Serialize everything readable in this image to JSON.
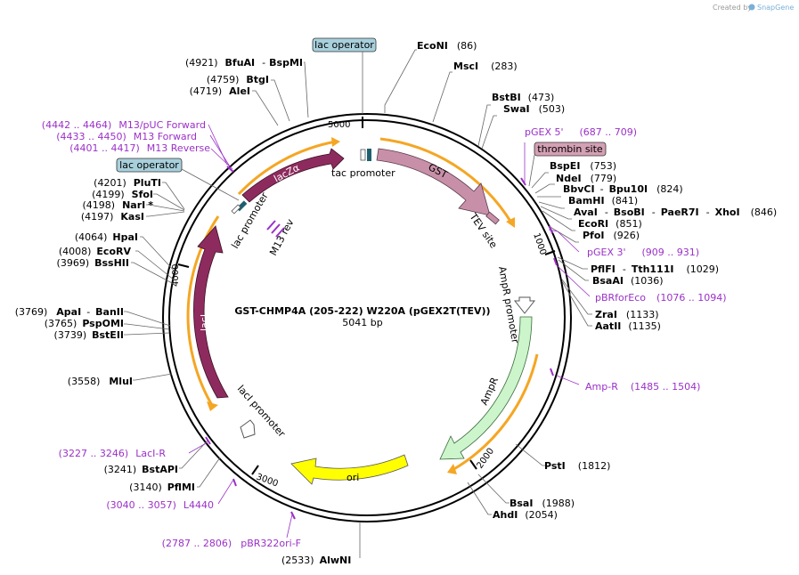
{
  "credit": {
    "text": "Created by",
    "brand": "SnapGene"
  },
  "plasmid": {
    "name": "GST-CHMP4A (205-222) W220A (pGEX2T(TEV))",
    "length": "5041 bp"
  },
  "ticks": [
    "1000",
    "2000",
    "3000",
    "4000",
    "5000"
  ],
  "features": {
    "lacZa": "lacZα",
    "tac_promoter": "tac promoter",
    "gst": "GST",
    "tev_site": "TEV site",
    "ampr_promoter": "AmpR promoter",
    "ampr": "AmpR",
    "ori": "ori",
    "laci": "lacI",
    "laci_promoter": "lacI promoter",
    "lac_promoter": "lac promoter",
    "m13_rev": "M13 rev"
  },
  "boxes": {
    "lac_operator_top": "lac operator",
    "lac_operator_left": "lac operator",
    "thrombin_site": "thrombin site"
  },
  "sites": {
    "econi": {
      "name": "EcoNI",
      "pos": "(86)"
    },
    "msci": {
      "name": "MscI",
      "pos": "(283)"
    },
    "bstbi": {
      "name": "BstBI",
      "pos": "(473)"
    },
    "swai": {
      "name": "SwaI",
      "pos": "(503)"
    },
    "bspei": {
      "name": "BspEI",
      "pos": "(753)"
    },
    "ndei": {
      "name": "NdeI",
      "pos": "(779)"
    },
    "bbvci": {
      "name": "BbvCI",
      "sep": "-",
      "name2": "Bpu10I",
      "pos": "(824)"
    },
    "bamhi": {
      "name": "BamHI",
      "pos": "(841)"
    },
    "avai": {
      "name": "AvaI",
      "sep": "-",
      "name2": "BsoBI",
      "sep2": "-",
      "name3": "PaeR7I",
      "sep3": "-",
      "name4": "XhoI",
      "pos": "(846)"
    },
    "ecori": {
      "name": "EcoRI",
      "pos": "(851)"
    },
    "pfoi": {
      "name": "PfoI",
      "pos": "(926)"
    },
    "pflfi": {
      "name": "PflFI",
      "sep": "-",
      "name2": "Tth111I",
      "pos": "(1029)"
    },
    "bsaai": {
      "name": "BsaAI",
      "pos": "(1036)"
    },
    "zrai": {
      "name": "ZraI",
      "pos": "(1133)"
    },
    "aatii": {
      "name": "AatII",
      "pos": "(1135)"
    },
    "psti": {
      "name": "PstI",
      "pos": "(1812)"
    },
    "bsai": {
      "name": "BsaI",
      "pos": "(1988)"
    },
    "ahdi": {
      "name": "AhdI",
      "pos": "(2054)"
    },
    "alwni": {
      "name": "AlwNI",
      "pos": "(2533)"
    },
    "pflmi": {
      "name": "PflMI",
      "pos": "(3140)"
    },
    "bstapi": {
      "name": "BstAPI",
      "pos": "(3241)"
    },
    "mlui": {
      "name": "MluI",
      "pos": "(3558)"
    },
    "bsteii": {
      "name": "BstEII",
      "pos": "(3739)"
    },
    "psp0mi": {
      "name": "PspOMI",
      "pos": "(3765)"
    },
    "apai": {
      "name": "ApaI",
      "sep": "-",
      "name2": "BanII",
      "pos": "(3769)"
    },
    "bsshii": {
      "name": "BssHII",
      "pos": "(3969)"
    },
    "ecorv": {
      "name": "EcoRV",
      "pos": "(4008)"
    },
    "hpai": {
      "name": "HpaI",
      "pos": "(4064)"
    },
    "kasi": {
      "name": "KasI",
      "pos": "(4197)"
    },
    "nari": {
      "name": "NarI",
      "star": "*",
      "pos": "(4198)"
    },
    "sfoi": {
      "name": "SfoI",
      "pos": "(4199)"
    },
    "pluti": {
      "name": "PluTI",
      "pos": "(4201)"
    },
    "alei": {
      "name": "AleI",
      "pos": "(4719)"
    },
    "btgi": {
      "name": "BtgI",
      "pos": "(4759)"
    },
    "bfuai": {
      "name": "BfuAI",
      "sep": "-",
      "name2": "BspMI",
      "pos": "(4921)"
    }
  },
  "primers": {
    "pgex5": {
      "name": "pGEX 5'",
      "range": "(687 .. 709)"
    },
    "pgex3": {
      "name": "pGEX 3'",
      "range": "(909 .. 931)"
    },
    "pbrforeco": {
      "name": "pBRforEco",
      "range": "(1076 .. 1094)"
    },
    "ampr": {
      "name": "Amp-R",
      "range": "(1485 .. 1504)"
    },
    "pbr322ori": {
      "name": "pBR322ori-F",
      "range": "(2787 .. 2806)"
    },
    "l4440": {
      "name": "L4440",
      "range": "(3040 .. 3057)"
    },
    "lacir": {
      "name": "LacI-R",
      "range": "(3227 .. 3246)"
    },
    "m13rev": {
      "name": "M13 Reverse",
      "range": "(4401 .. 4417)"
    },
    "m13fwd": {
      "name": "M13 Forward",
      "range": "(4433 .. 4450)"
    },
    "m13puc": {
      "name": "M13/pUC Forward",
      "range": "(4442 .. 4464)"
    }
  },
  "colors": {
    "lacZa": "#8e2b5e",
    "laci": "#8e2b5e",
    "gst": "#c890a8",
    "ampr": "#ccf5cc",
    "ori": "#ffff00",
    "operator_box": "#a8d0dc",
    "thrombin_box": "#d4a0b4",
    "primer": "#9b30c8",
    "orf": "#f5a623"
  }
}
